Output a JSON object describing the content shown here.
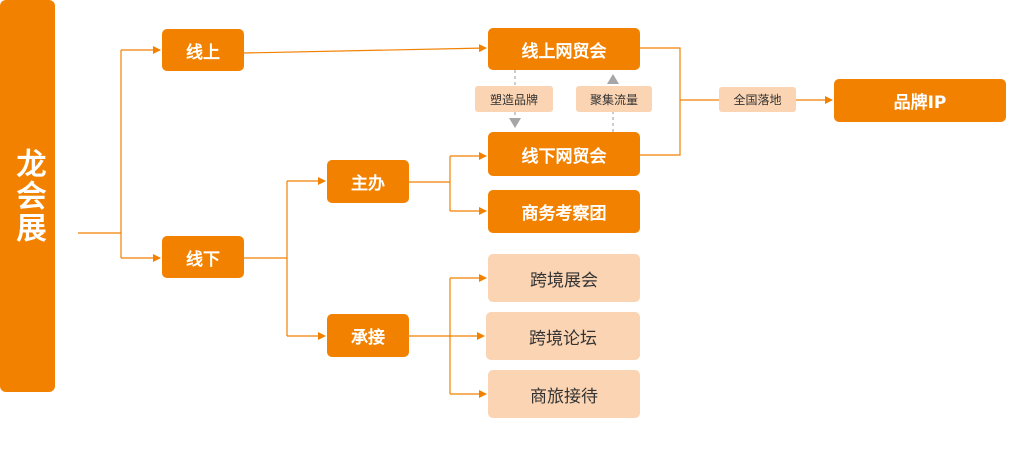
{
  "colors": {
    "dark": "#f28100",
    "light": "#fbd4b3",
    "line": "#f28100",
    "dashed": "#aaaaaa"
  },
  "root": "龙会展",
  "level1": {
    "online": "线上",
    "offline": "线下"
  },
  "level2": {
    "host": "主办",
    "undertake": "承接"
  },
  "nodes": {
    "online_fair": "线上网贸会",
    "offline_fair": "线下网贸会",
    "business_tour": "商务考察团",
    "cross_border_expo": "跨境展会",
    "cross_border_forum": "跨境论坛",
    "business_travel": "商旅接待",
    "brand_ip": "品牌IP"
  },
  "tags": {
    "build_brand": "塑造品牌",
    "gather_traffic": "聚集流量",
    "nationwide": "全国落地"
  }
}
